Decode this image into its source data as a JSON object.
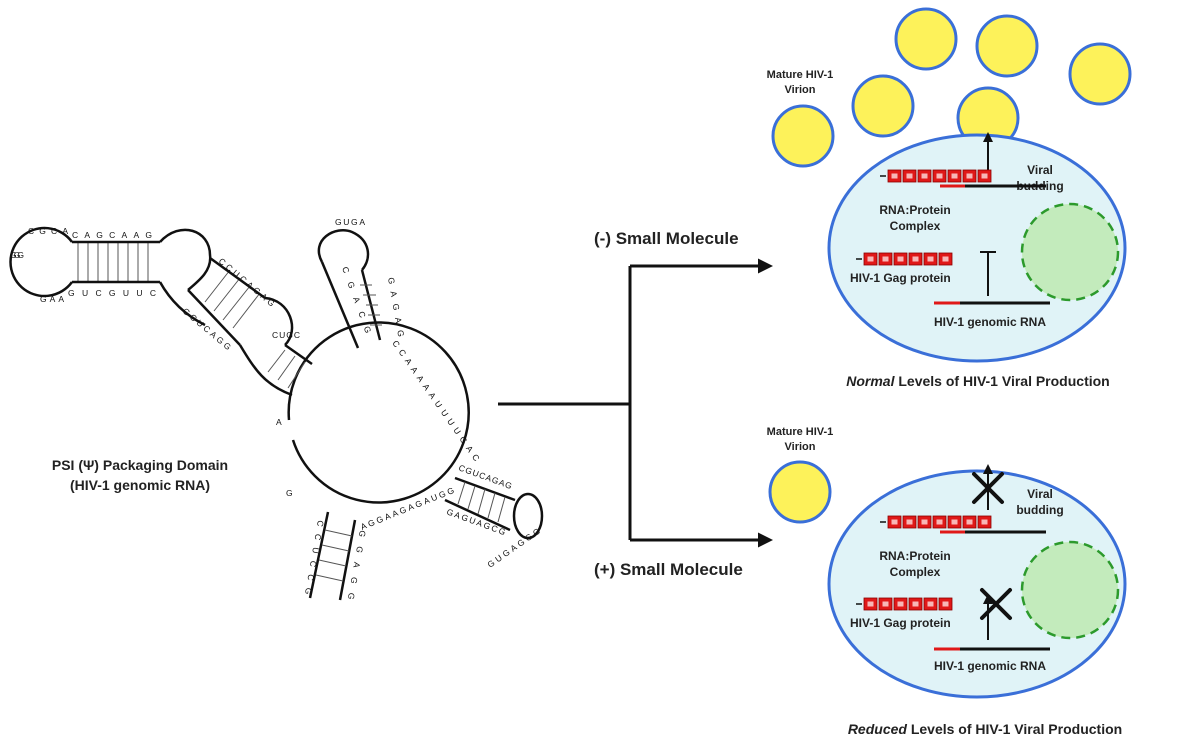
{
  "rna_label": {
    "line1": "PSI (Ψ) Packaging Domain",
    "line2": "(HIV-1 genomic RNA)"
  },
  "rna_sequence": {
    "stem1_top": "CAGCAAG",
    "stem1_bottom": "GUCGUUC",
    "loop1": "CGCA",
    "loop1_left": "GGG",
    "loop1_bottom": "GAA",
    "stem2_left": "GCUCAGG",
    "stem2_right": "CCUCAGAG",
    "stem3": "CUGC",
    "loop_top": "GUGA",
    "stem4_left": "CGACG",
    "stem4_right": "GAGAG",
    "ring_right": "CCAAAAAUUUUGAC",
    "ring_bottom": "AGGAAGAGAUGG",
    "stem5_left": "CGUCAGAG",
    "stem5_right": "GAGUAGCG",
    "loop5": "GUGAGGG",
    "stem6_left": "CCUCCG",
    "stem6_right": "GGAGG",
    "ring_left_a": "A",
    "ring_left_g": "G"
  },
  "arrows": {
    "minus_label": "(-) Small Molecule",
    "plus_label": "(+) Small Molecule"
  },
  "panel_top": {
    "virion_label_1": "Mature HIV-1",
    "virion_label_2": "Virion",
    "budding_1": "Viral",
    "budding_2": "budding",
    "complex_1": "RNA:Protein",
    "complex_2": "Complex",
    "gag_label": "HIV-1 Gag protein",
    "rna_label": "HIV-1 genomic RNA",
    "caption_em": "Normal",
    "caption_rest": " Levels of HIV-1 Viral Production"
  },
  "panel_bottom": {
    "virion_label_1": "Mature HIV-1",
    "virion_label_2": "Virion",
    "budding_1": "Viral",
    "budding_2": "budding",
    "complex_1": "RNA:Protein",
    "complex_2": "Complex",
    "gag_label": "HIV-1 Gag protein",
    "rna_label": "HIV-1 genomic RNA",
    "caption_em": "Reduced",
    "caption_rest": " Levels of HIV-1 Viral Production"
  },
  "colors": {
    "virion_fill": "#fdf25a",
    "virion_stroke": "#3a6fd8",
    "cell_fill": "#e0f3f7",
    "nucleus_fill": "#c3ebbc",
    "nucleus_stroke": "#2c9a2c",
    "protein": "#e01818",
    "line": "#111111"
  }
}
